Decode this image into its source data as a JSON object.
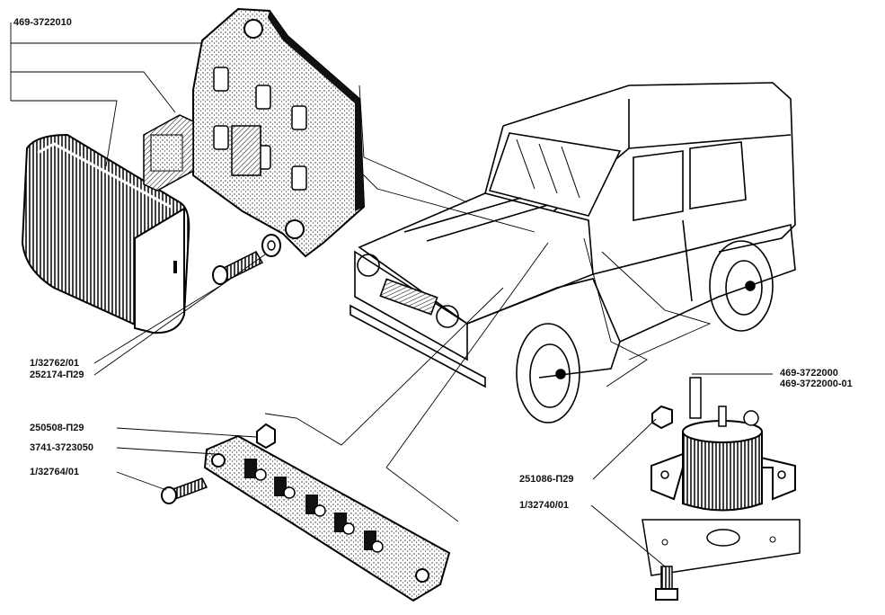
{
  "labels": {
    "fuse_block_assembly": "469-3722010",
    "fuse_block_screw": "1/32762/01",
    "fuse_block_washer": "252174-П29",
    "terminal_nut": "250508-П29",
    "terminal_strip": "3741-3723050",
    "terminal_strip_screw": "1/32764/01",
    "relay_part_1": "469-3722000",
    "relay_part_2": "469-3722000-01",
    "relay_nut": "251086-П29",
    "relay_bolt": "1/32740/01"
  }
}
